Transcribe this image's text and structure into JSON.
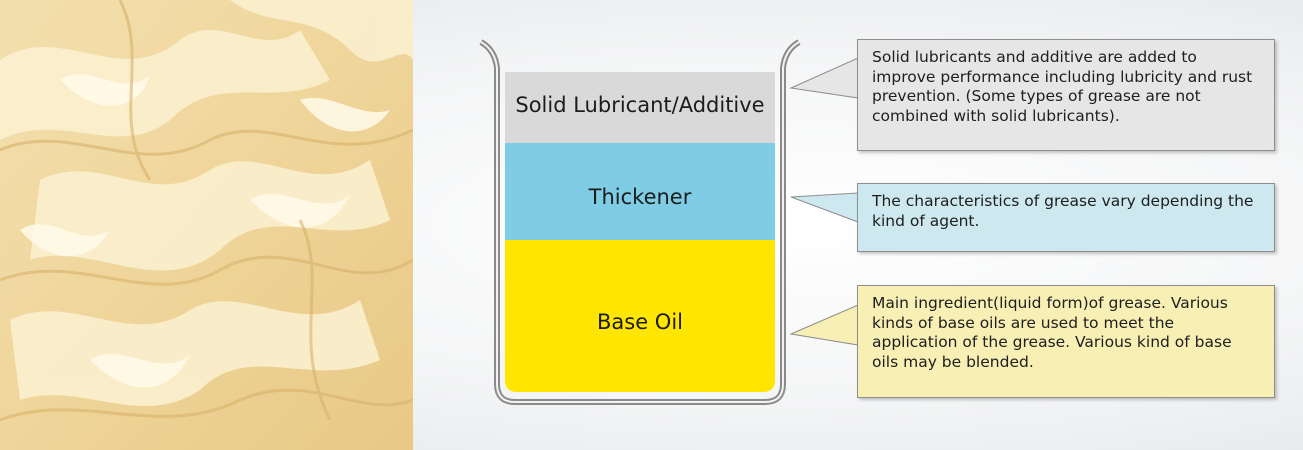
{
  "layers": {
    "solid": {
      "label": "Solid Lubricant/Additive",
      "color": "#d9d9d9"
    },
    "thickener": {
      "label": "Thickener",
      "color": "#7ecde4"
    },
    "base_oil": {
      "label": "Base Oil",
      "color": "#ffe600"
    }
  },
  "callouts": {
    "solid": "Solid lubricants and additive are added to improve performance including lubricity and rust prevention. (Some types of grease are not combined with solid lubricants).",
    "thickener": "The characteristics of grease vary depending the kind of agent.",
    "base_oil": "Main ingredient(liquid form)of grease. Various kinds of base oils are used to meet the application of the grease. Various kind of base oils may be blended."
  },
  "colors": {
    "callout_gray": "#e6e6e6",
    "callout_blue": "#cde9ef",
    "callout_yellow": "#f8efb4",
    "grease_photo": "#f0d9a0"
  }
}
